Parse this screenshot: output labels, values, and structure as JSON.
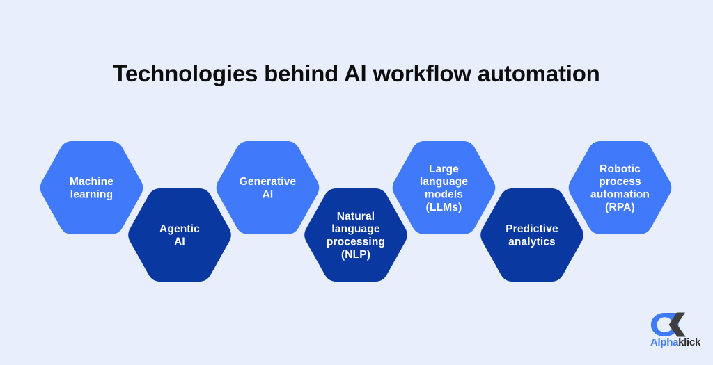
{
  "header": {
    "title": "Technologies behind AI workflow automation"
  },
  "colors": {
    "background": "#e8eefc",
    "hex_light": "#4179fb",
    "hex_dark": "#0a38a1",
    "title_text": "#0d0d0d",
    "hex_text": "#ffffff",
    "logo_blue": "#3d7bf7",
    "logo_dark": "#2e2e2e"
  },
  "diagram": {
    "type": "hexagon-chain",
    "nodes": [
      {
        "id": "machine-learning",
        "label": "Machine learning",
        "lines": [
          "Machine",
          "learning"
        ],
        "tone": "light",
        "row": "top",
        "order": 1
      },
      {
        "id": "agentic-ai",
        "label": "Agentic AI",
        "lines": [
          "Agentic",
          "AI"
        ],
        "tone": "dark",
        "row": "bottom",
        "order": 2
      },
      {
        "id": "generative-ai",
        "label": "Generative AI",
        "lines": [
          "Generative",
          "AI"
        ],
        "tone": "light",
        "row": "top",
        "order": 3
      },
      {
        "id": "natural-language-processing",
        "label": "Natural language processing (NLP)",
        "lines": [
          "Natural",
          "language",
          "processing",
          "(NLP)"
        ],
        "tone": "dark",
        "row": "bottom",
        "order": 4
      },
      {
        "id": "large-language-models",
        "label": "Large language models (LLMs)",
        "lines": [
          "Large",
          "language",
          "models",
          "(LLMs)"
        ],
        "tone": "light",
        "row": "top",
        "order": 5
      },
      {
        "id": "predictive-analytics",
        "label": "Predictive analytics",
        "lines": [
          "Predictive",
          "analytics"
        ],
        "tone": "dark",
        "row": "bottom",
        "order": 6
      },
      {
        "id": "robotic-process-automation",
        "label": "Robotic process automation (RPA)",
        "lines": [
          "Robotic",
          "process",
          "automation",
          "(RPA)"
        ],
        "tone": "light",
        "row": "top",
        "order": 7
      }
    ]
  },
  "logo": {
    "name": "Alphaklick",
    "word_first": "Alpha",
    "word_second": "klick",
    "mark": "alpha-symbol"
  }
}
